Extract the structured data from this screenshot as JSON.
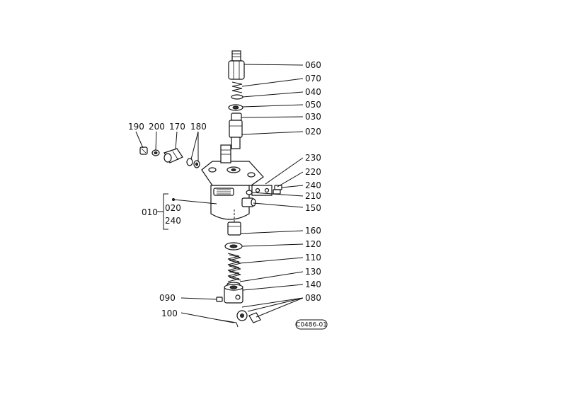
{
  "callouts": {
    "c060": "060",
    "c070": "070",
    "c040": "040",
    "c050": "050",
    "c030": "030",
    "c020": "020",
    "c190": "190",
    "c200": "200",
    "c170": "170",
    "c180": "180",
    "c230": "230",
    "c220": "220",
    "c240": "240",
    "c210": "210",
    "c150": "150",
    "c010": "010",
    "c010_020": "020",
    "c010_240": "240",
    "c160": "160",
    "c120": "120",
    "c110": "110",
    "c130": "130",
    "c140": "140",
    "c090": "090",
    "c080": "080",
    "c100": "100"
  },
  "drawing_code": "C0486-01",
  "colors": {
    "ink": "#111111",
    "background": "#ffffff"
  }
}
